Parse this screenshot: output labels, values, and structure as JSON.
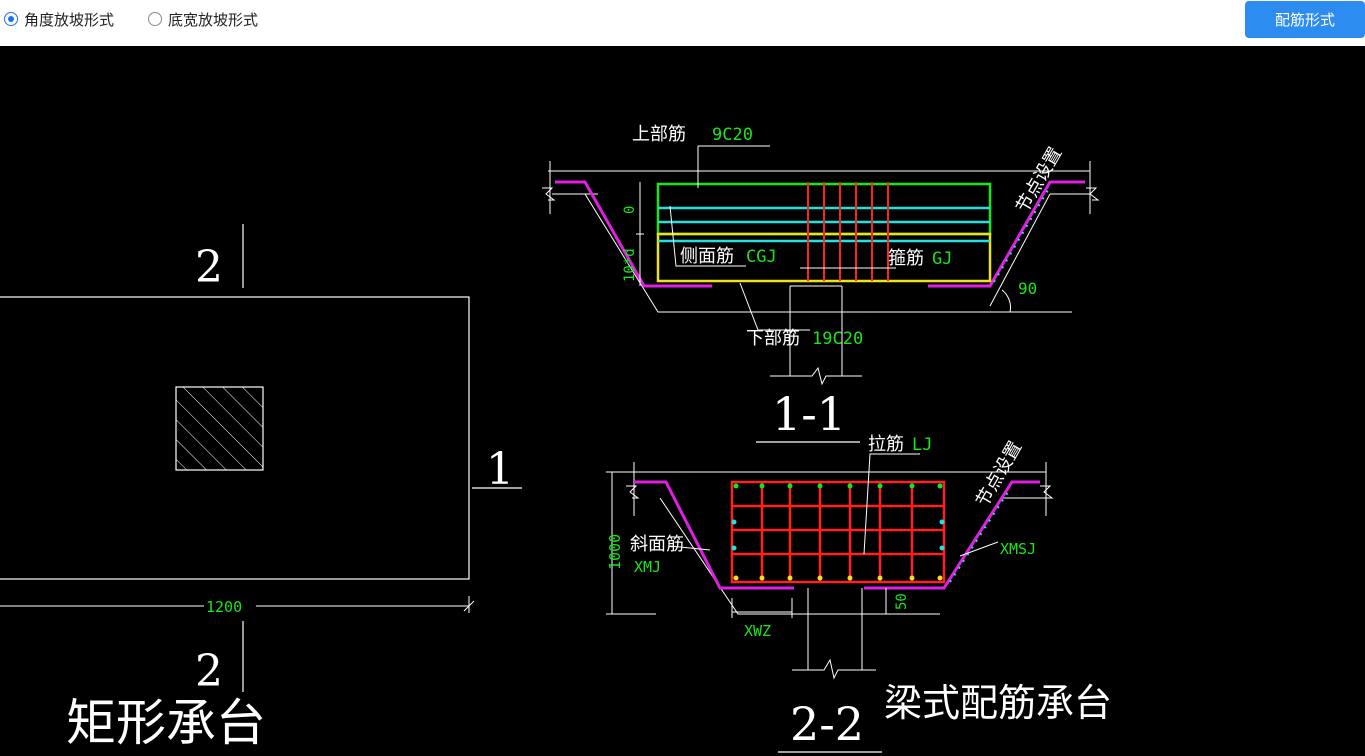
{
  "toolbar": {
    "options": [
      {
        "label": "角度放坡形式",
        "checked": true
      },
      {
        "label": "底宽放坡形式",
        "checked": false
      }
    ],
    "config_button": "配筋形式"
  },
  "plan": {
    "title": "矩形承台",
    "section_mark_top": "2",
    "section_mark_bottom": "2",
    "section_mark_side": "1",
    "width_dim": "1200"
  },
  "section1": {
    "title": "1-1",
    "top_rebar_label": "上部筋",
    "top_rebar_value": "9C20",
    "side_rebar_label": "侧面筋",
    "side_rebar_value": "CGJ",
    "stirrup_label": "箍筋",
    "stirrup_value": "GJ",
    "bottom_rebar_label": "下部筋",
    "bottom_rebar_value": "19C20",
    "node_label": "节点设置",
    "angle_value": "90",
    "dim_top": "0",
    "dim_left": "10*d"
  },
  "section2": {
    "title": "2-2",
    "tie_label": "拉筋",
    "tie_value": "LJ",
    "slope_rebar_label": "斜面筋",
    "slope_rebar_value": "XMJ",
    "slope_stirrup_value": "XMSJ",
    "width_value": "XWZ",
    "height_dim": "1000",
    "side_dim": "50",
    "node_label": "节点设置"
  },
  "caption": "梁式配筋承台",
  "colors": {
    "accent": "#2d8cf0",
    "canvas": "#000000",
    "rebar_red": "#ff2020",
    "rebar_green": "#19e619",
    "rebar_cyan": "#20e0e0",
    "rebar_yellow": "#f0e020",
    "outline_magenta": "#e020e0"
  }
}
